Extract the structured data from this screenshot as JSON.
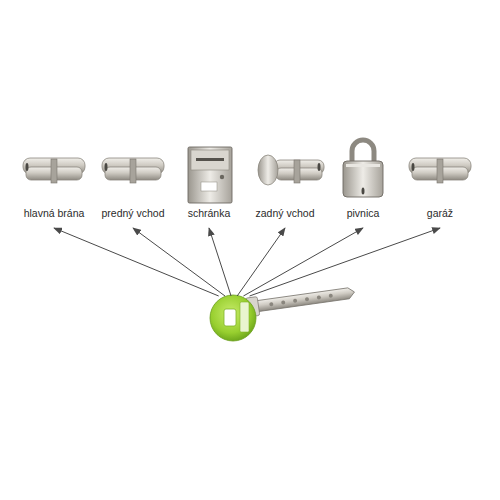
{
  "diagram": {
    "nodes": [
      {
        "text": [
          "hlavná brána"
        ]
      },
      {
        "text": [
          "predný vchod"
        ]
      },
      {
        "text": [
          "schránka"
        ]
      },
      {
        "text": [
          "zadný vchod"
        ]
      },
      {
        "text": [
          "pivnica"
        ]
      },
      {
        "text": [
          "garáž"
        ]
      },
      {
        "text": []
      }
    ],
    "edges": [
      {
        "from": 6,
        "to": 0,
        "arrow": "to"
      },
      {
        "from": 6,
        "to": 1,
        "arrow": "to"
      },
      {
        "from": 6,
        "to": 2,
        "arrow": "to"
      },
      {
        "from": 6,
        "to": 3,
        "arrow": "to"
      },
      {
        "from": 6,
        "to": 4,
        "arrow": "to"
      },
      {
        "from": 6,
        "to": 5,
        "arrow": "to"
      }
    ]
  }
}
